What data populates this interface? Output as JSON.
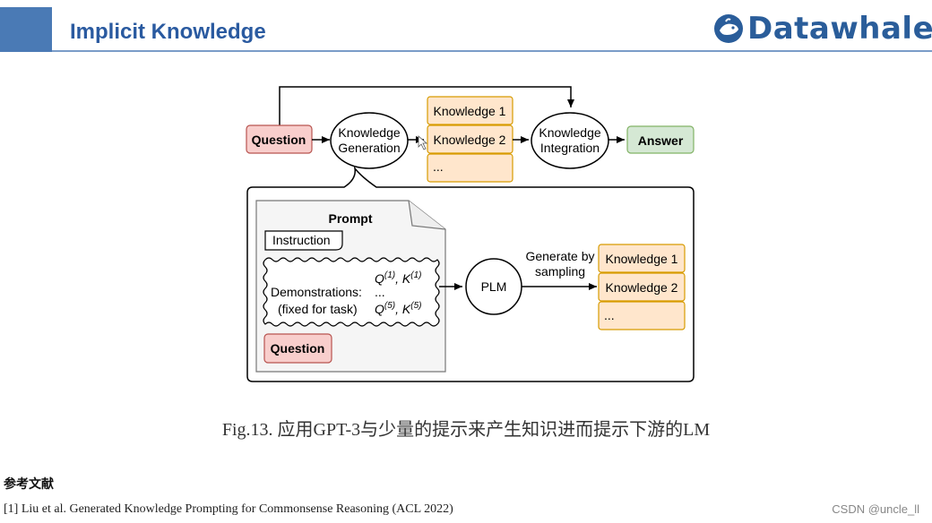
{
  "slide": {
    "title": "Implicit Knowledge"
  },
  "logo": {
    "text": "Datawhale",
    "icon": "whale-logo-icon",
    "color": "#2a5d9a"
  },
  "diagram": {
    "top_row": {
      "question": "Question",
      "knowledge_generation": [
        "Knowledge",
        "Generation"
      ],
      "knowledge_list": [
        "Knowledge 1",
        "Knowledge 2",
        "..."
      ],
      "knowledge_integration": [
        "Knowledge",
        "Integration"
      ],
      "answer": "Answer"
    },
    "detail": {
      "prompt_title": "Prompt",
      "instruction": "Instruction",
      "demonstrations_label": "Demonstrations:",
      "demonstrations_note": "(fixed for task)",
      "demo_first": "Q(1), K(1)",
      "demo_ellipsis": "...",
      "demo_last": "Q(5), K(5)",
      "question": "Question",
      "plm": "PLM",
      "generate_label": [
        "Generate by",
        "sampling"
      ],
      "knowledge_list": [
        "Knowledge 1",
        "Knowledge 2",
        "..."
      ]
    },
    "colors": {
      "question_fill": "#f8cecc",
      "question_stroke": "#b85450",
      "knowledge_fill": "#ffe6cc",
      "knowledge_stroke": "#d79b00",
      "answer_fill": "#d5e8d4",
      "answer_stroke": "#82b366",
      "prompt_fill": "#f5f5f5"
    }
  },
  "caption": "Fig.13. 应用GPT-3与少量的提示来产生知识进而提示下游的LM",
  "references": {
    "heading": "参考文献",
    "items": [
      "[1] Liu et al. Generated Knowledge Prompting for Commonsense Reasoning (ACL 2022)"
    ]
  },
  "watermark": "CSDN @uncle_ll"
}
